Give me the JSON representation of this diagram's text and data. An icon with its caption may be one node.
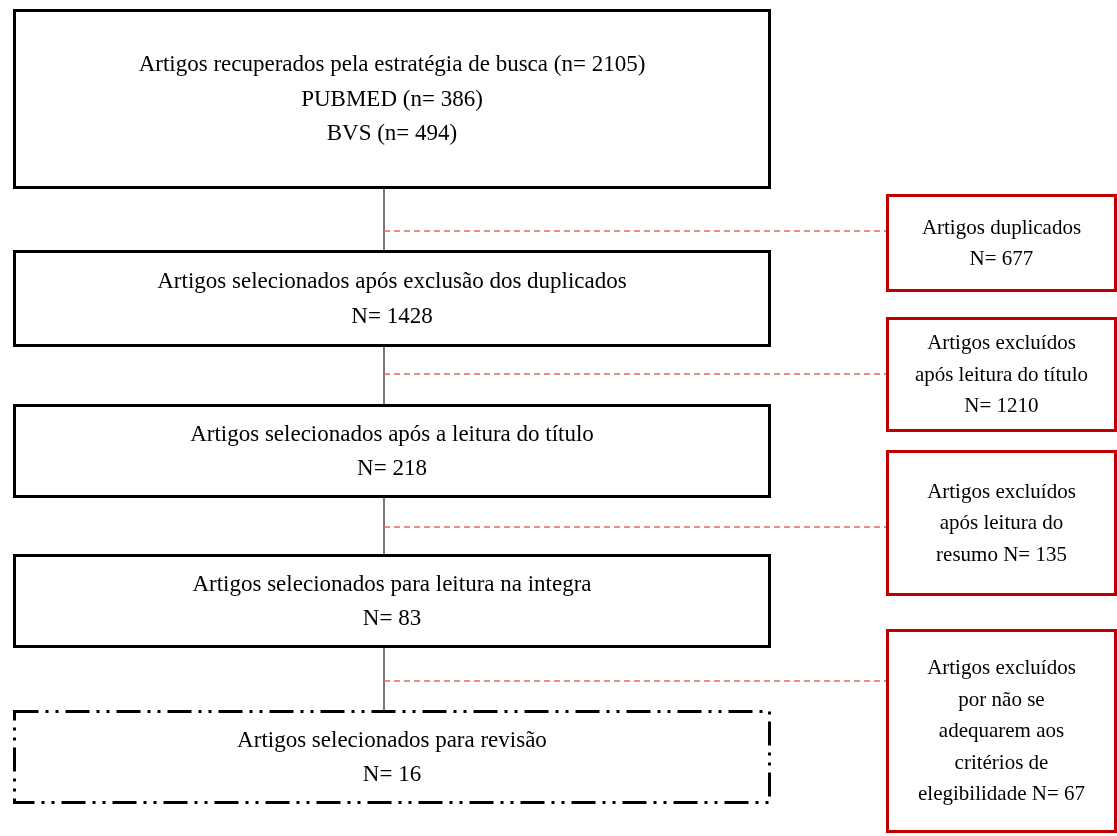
{
  "diagram": {
    "nodes": [
      {
        "text": [
          "Artigos recuperados pela estratégia de busca (n= 2105)",
          "PUBMED (n= 386)",
          "BVS (n= 494)"
        ]
      },
      {
        "text": [
          "Artigos duplicados N= 677"
        ]
      },
      {
        "text": [
          "Artigos selecionados após exclusão dos duplicados",
          "N= 1428"
        ]
      },
      {
        "text": [
          "Artigos excluídos após leitura do título N= 1210"
        ]
      },
      {
        "text": [
          "Artigos selecionados após a leitura do título",
          "N= 218"
        ]
      },
      {
        "text": [
          "Artigos excluídos após leitura do resumo N= 135"
        ]
      },
      {
        "text": [
          "Artigos selecionados para leitura na integra",
          "N= 83"
        ]
      },
      {
        "text": [
          "Artigos excluídos por não se adequarem aos critérios de elegibilidade N= 67"
        ]
      },
      {
        "text": [
          "Artigos selecionados para revisão",
          "N= 16"
        ]
      }
    ],
    "edges": [
      {
        "from": 0,
        "to": 2,
        "arrow": "none"
      },
      {
        "from": 2,
        "to": 4,
        "arrow": "none"
      },
      {
        "from": 4,
        "to": 6,
        "arrow": "none"
      },
      {
        "from": 6,
        "to": 8,
        "arrow": "none"
      },
      {
        "from": null,
        "to": 1,
        "arrow": "none",
        "style": "dashed",
        "color": "#e06666"
      },
      {
        "from": null,
        "to": 3,
        "arrow": "none",
        "style": "dashed",
        "color": "#e06666"
      },
      {
        "from": null,
        "to": 5,
        "arrow": "none",
        "style": "dashed",
        "color": "#e06666"
      },
      {
        "from": null,
        "to": 7,
        "arrow": "none",
        "style": "dashed",
        "color": "#e06666"
      }
    ]
  }
}
